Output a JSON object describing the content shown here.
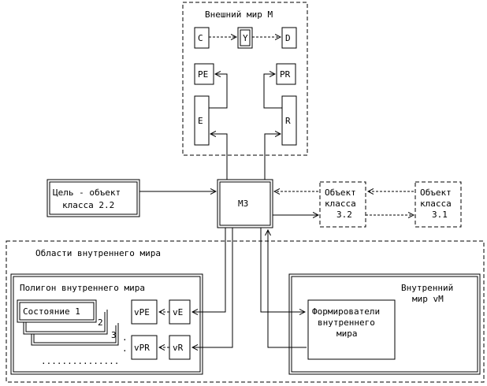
{
  "outer_world": {
    "title": "Внешний мир M",
    "c": "C",
    "y": "Y",
    "d": "D",
    "pe": "PE",
    "pr": "PR",
    "e": "E",
    "r": "R"
  },
  "goal": {
    "line1": "Цель - объект",
    "line2": "класса 2.2"
  },
  "mz": "МЗ",
  "obj32": {
    "line1": "Объект",
    "line2": "класса",
    "line3": "3.2"
  },
  "obj31": {
    "line1": "Объект",
    "line2": "класса",
    "line3": "3.1"
  },
  "inner_areas": {
    "title": "Области внутреннего мира"
  },
  "polygon": {
    "title": "Полигон внутреннего мира",
    "state1": "Состояние 1",
    "n2": "2",
    "n3": "3",
    "dots": "...............",
    "vpe": "vPE",
    "ve": "vE",
    "vpr": "vPR",
    "vr": "vR"
  },
  "inner_world": {
    "line1": "Внутренний",
    "line2": "мир vM",
    "former_line1": "Формирователи",
    "former_line2": "внутреннего",
    "former_line3": "мира"
  }
}
